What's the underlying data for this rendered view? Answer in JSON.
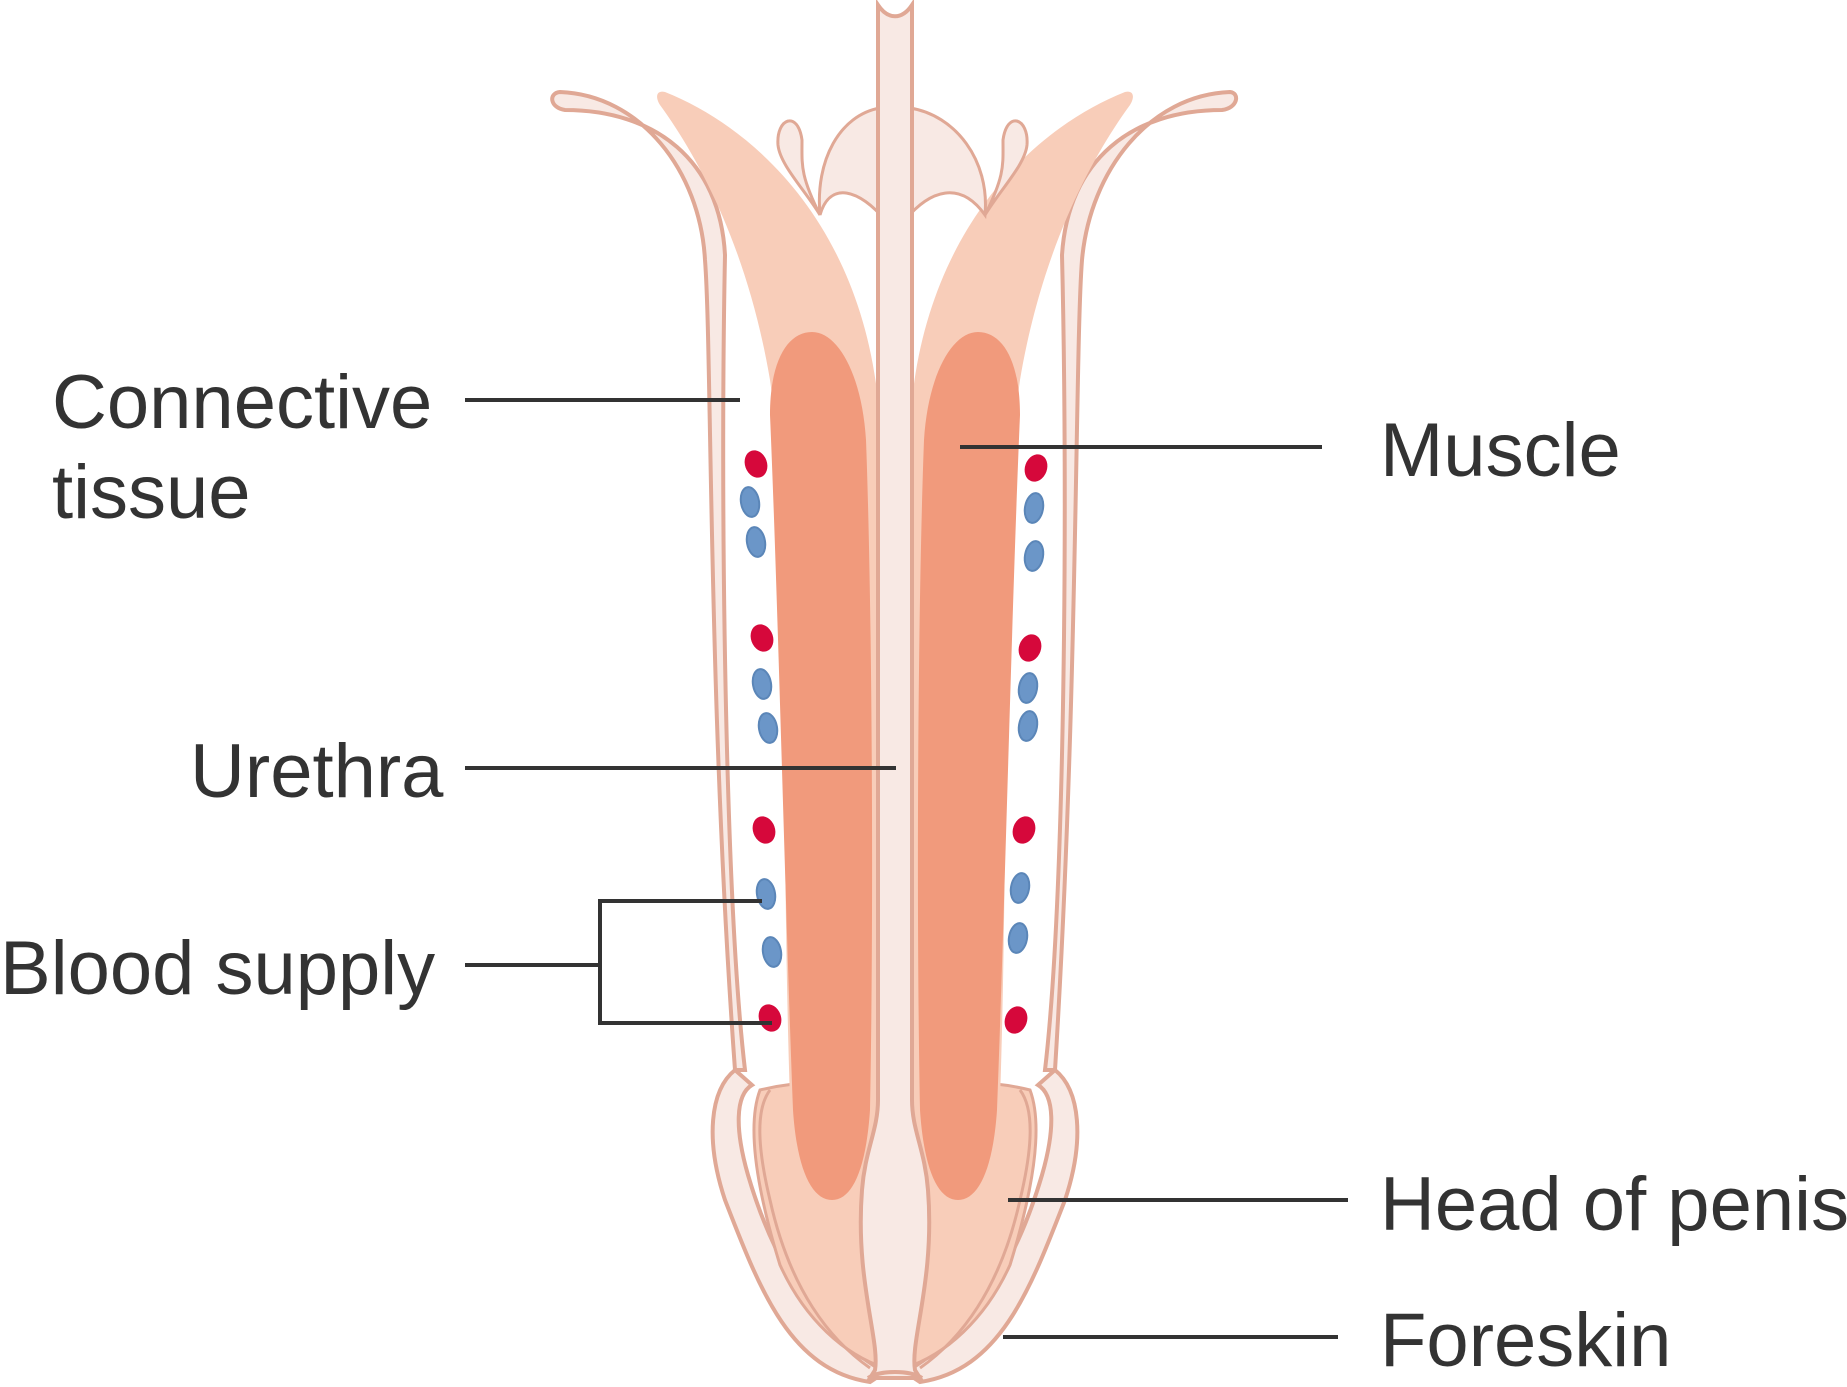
{
  "labels": {
    "connective_tissue": [
      "Connective",
      "tissue"
    ],
    "muscle": "Muscle",
    "urethra": "Urethra",
    "blood_supply": "Blood supply",
    "head_of_penis": "Head of penis",
    "foreskin": "Foreskin"
  },
  "colors": {
    "outline": "#e0a895",
    "skin_pale": "#f8e9e4",
    "connective": "#f8cdb9",
    "muscle": "#f19a7c",
    "artery": "#d6083b",
    "vein": "#6b96c8",
    "leader_line": "#333333",
    "text": "#333333"
  }
}
